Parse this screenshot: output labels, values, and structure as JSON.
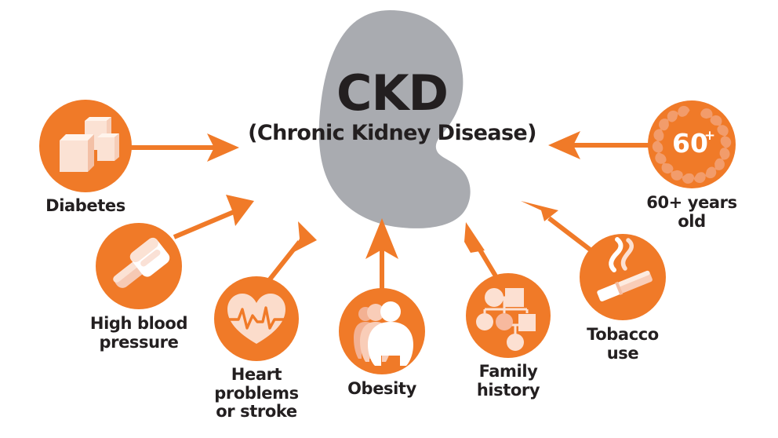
{
  "meta": {
    "background_color": "#ffffff",
    "accent_orange": "#F07A28",
    "kidney_grey": "#A9ABB0",
    "text_dark": "#231f20",
    "icon_light": "#FCE0D2",
    "icon_white": "#FFFFFF"
  },
  "center": {
    "acronym": "CKD",
    "expansion": "(Chronic Kidney Disease)",
    "shape_name": "kidney-silhouette"
  },
  "chart_data": {
    "type": "diagram",
    "title": "CKD (Chronic Kidney Disease)",
    "diagram_kind": "hub-and-spoke risk factors",
    "hub": "CKD (Chronic Kidney Disease)",
    "nodes": [
      "Diabetes",
      "High blood pressure",
      "Heart problems or stroke",
      "Obesity",
      "Family history",
      "Tobacco use",
      "60+ years old"
    ],
    "edges": [
      {
        "from": "Diabetes",
        "to": "CKD",
        "direction": "right"
      },
      {
        "from": "High blood pressure",
        "to": "CKD",
        "direction": "up-right"
      },
      {
        "from": "Heart problems or stroke",
        "to": "CKD",
        "direction": "up-right"
      },
      {
        "from": "Obesity",
        "to": "CKD",
        "direction": "up"
      },
      {
        "from": "Family history",
        "to": "CKD",
        "direction": "up-left"
      },
      {
        "from": "Tobacco use",
        "to": "CKD",
        "direction": "up-left"
      },
      {
        "from": "60+ years old",
        "to": "CKD",
        "direction": "left"
      }
    ]
  },
  "nodes": [
    {
      "id": "diabetes",
      "label": "Diabetes",
      "icon_name": "sugar-cubes-icon",
      "arrow_name": "arrow-diabetes-to-ckd"
    },
    {
      "id": "high-blood-pressure",
      "label": "High blood\npressure",
      "icon_name": "blood-pressure-cuff-icon",
      "arrow_name": "arrow-high-blood-pressure-to-ckd"
    },
    {
      "id": "heart-problems-or-stroke",
      "label": "Heart\nproblems\nor stroke",
      "icon_name": "heart-ecg-icon",
      "arrow_name": "arrow-heart-to-ckd"
    },
    {
      "id": "obesity",
      "label": "Obesity",
      "icon_name": "body-silhouettes-icon",
      "arrow_name": "arrow-obesity-to-ckd"
    },
    {
      "id": "family-history",
      "label": "Family\nhistory",
      "icon_name": "pedigree-chart-icon",
      "arrow_name": "arrow-family-history-to-ckd"
    },
    {
      "id": "tobacco-use",
      "label": "Tobacco\nuse",
      "icon_name": "cigarette-smoke-icon",
      "arrow_name": "arrow-tobacco-to-ckd"
    },
    {
      "id": "sixty-plus-years-old",
      "label": "60+ years\nold",
      "icon_badge_text": "60",
      "icon_badge_superscript": "+",
      "icon_name": "laurel-wreath-60-icon",
      "arrow_name": "arrow-age-to-ckd"
    }
  ]
}
